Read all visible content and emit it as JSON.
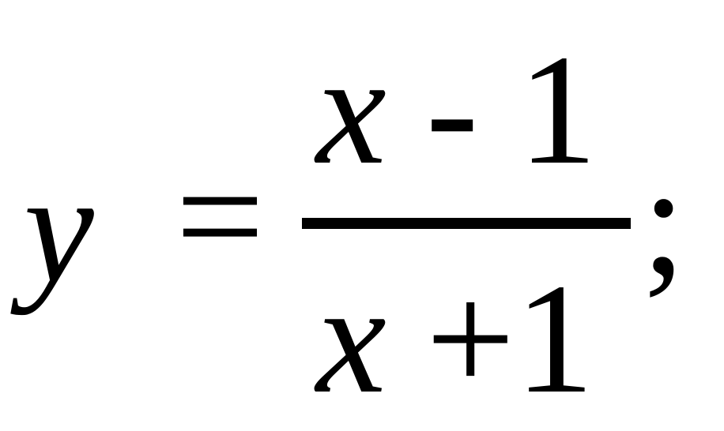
{
  "formula": {
    "lhs": "y",
    "equals": "=",
    "numerator": {
      "var": "x",
      "op": "-",
      "const": "1"
    },
    "denominator": {
      "var": "x",
      "op": "+",
      "const": "1"
    },
    "terminator": ";"
  }
}
